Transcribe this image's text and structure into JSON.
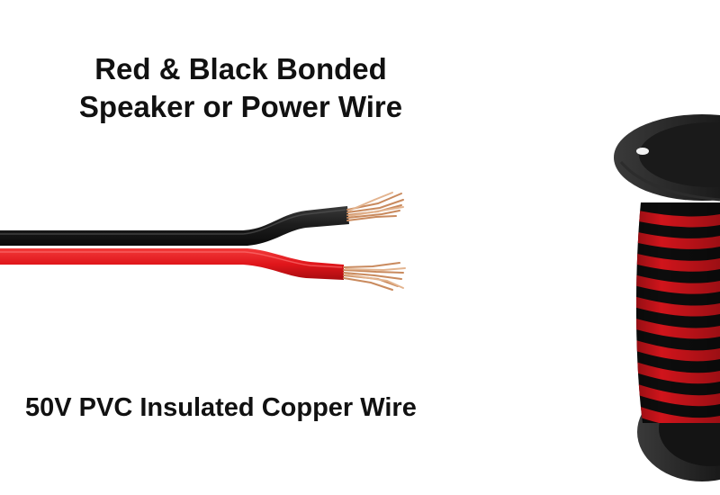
{
  "image": {
    "title_line_1": "Red & Black Bonded",
    "title_line_2": "Speaker or Power Wire",
    "caption": "50V PVC Insulated Copper Wire"
  },
  "colors": {
    "background": "#ffffff",
    "text": "#111111",
    "wire_black": "#1c1c1c",
    "wire_red": "#e0161b",
    "copper": "#d9a27a",
    "spool_flange": "#222222"
  },
  "icons": {
    "wire": "bonded-two-conductor-wire",
    "spool": "wire-spool"
  }
}
